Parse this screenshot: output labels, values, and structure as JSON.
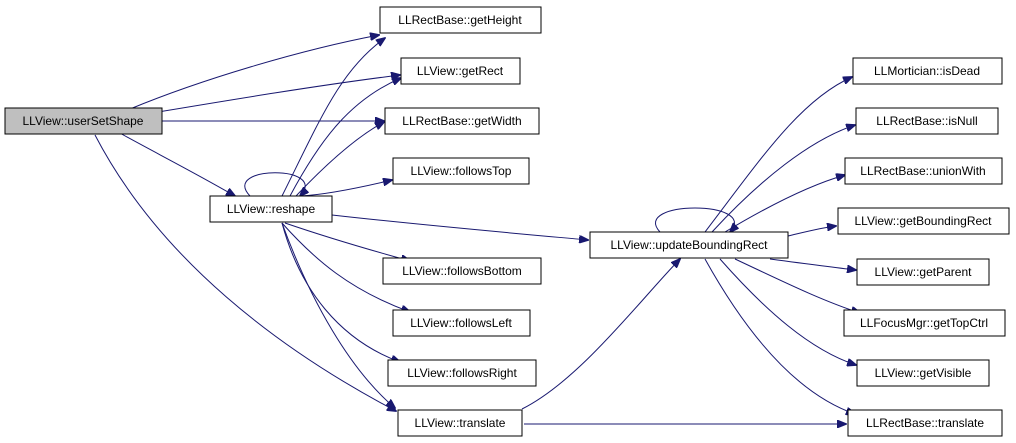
{
  "diagram": {
    "nodes": {
      "userSetShape": "LLView::userSetShape",
      "getHeight": "LLRectBase::getHeight",
      "getRect": "LLView::getRect",
      "getWidth": "LLRectBase::getWidth",
      "followsTop": "LLView::followsTop",
      "reshape": "LLView::reshape",
      "followsBottom": "LLView::followsBottom",
      "followsLeft": "LLView::followsLeft",
      "followsRight": "LLView::followsRight",
      "translate": "LLView::translate",
      "updateBoundingRect": "LLView::updateBoundingRect",
      "isDead": "LLMortician::isDead",
      "isNull": "LLRectBase::isNull",
      "unionWith": "LLRectBase::unionWith",
      "getBoundingRect": "LLView::getBoundingRect",
      "getParent": "LLView::getParent",
      "getTopCtrl": "LLFocusMgr::getTopCtrl",
      "getVisible": "LLView::getVisible",
      "rectTranslate": "LLRectBase::translate"
    },
    "colors": {
      "edge": "#191970",
      "root_fill": "#bfbfbf",
      "node_fill": "#ffffff",
      "node_border": "#000000"
    }
  }
}
